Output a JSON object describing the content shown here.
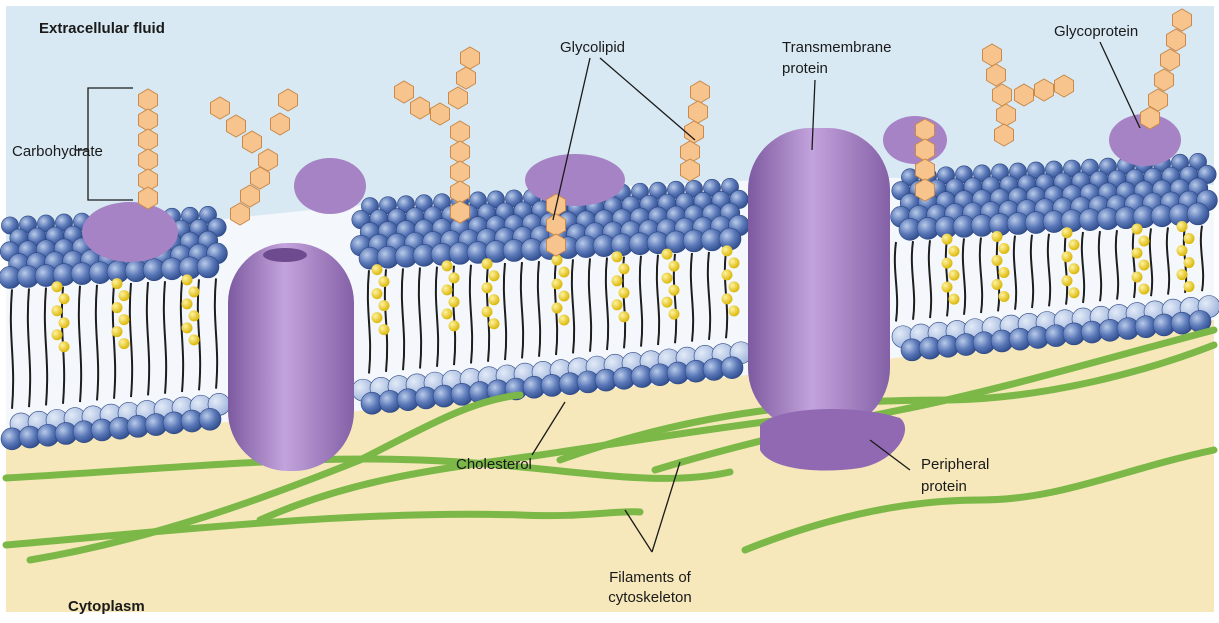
{
  "regions": {
    "top": "Extracellular fluid",
    "bottom": "Cytoplasm"
  },
  "labels": {
    "carbohydrate": "Carbohydrate",
    "glycolipid": "Glycolipid",
    "transmembrane_line1": "Transmembrane",
    "transmembrane_line2": "protein",
    "glycoprotein": "Glycoprotein",
    "cholesterol": "Cholesterol",
    "peripheral_line1": "Peripheral",
    "peripheral_line2": "protein",
    "filaments_line1": "Filaments of",
    "filaments_line2": "cytoskeleton"
  },
  "colors": {
    "extracellular": "#d6e8f2",
    "cytoplasm": "#f5e7b8",
    "phospholipid_head": "#4f6fb0",
    "phospholipid_head_light": "#8ea8d6",
    "tail": "#1e1e1e",
    "protein": "#a17cc0",
    "protein_dark": "#7e5aa0",
    "cholesterol": "#f2d21d",
    "carbohydrate": "#f7c48d",
    "carbohydrate_edge": "#c98a4b",
    "filament": "#7db84a"
  }
}
